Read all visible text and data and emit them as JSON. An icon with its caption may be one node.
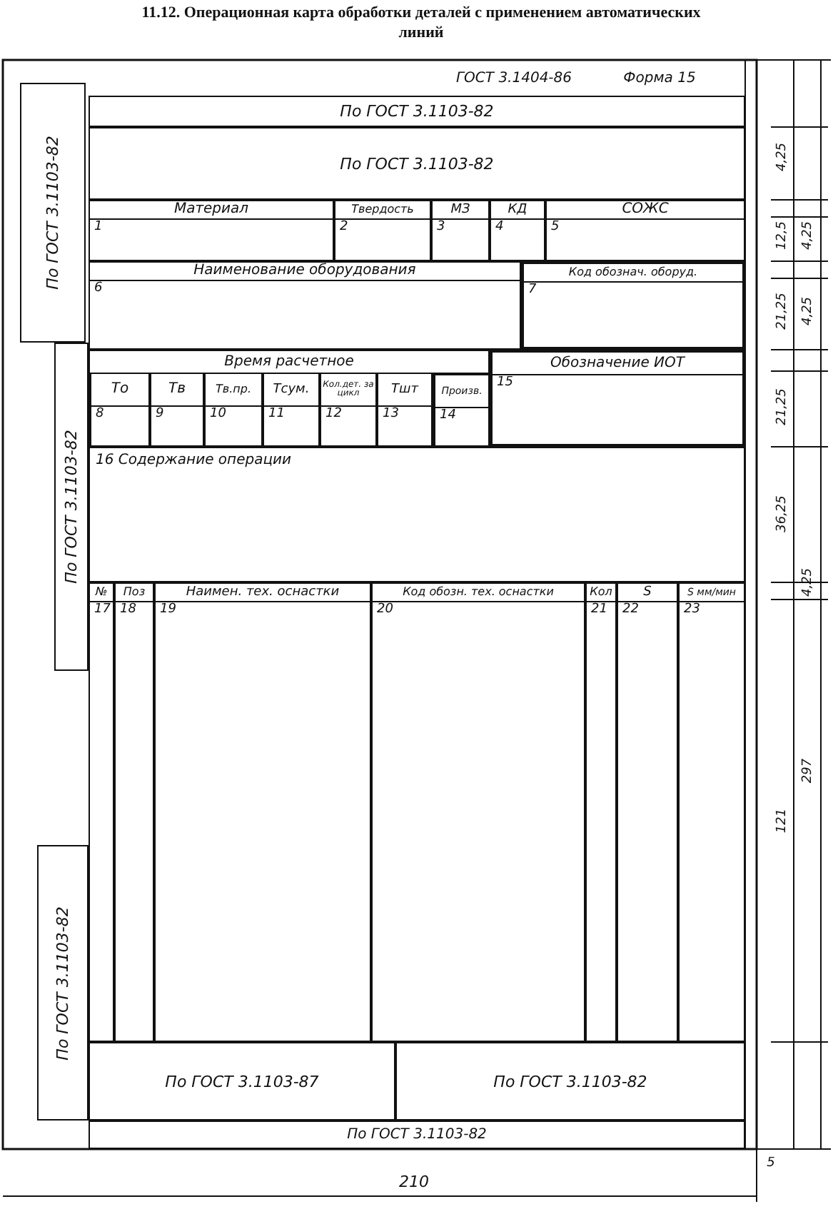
{
  "diagram": {
    "title": "11.12. Операционная карта обработки деталей с применением автоматических линий",
    "nodes": [
      {
        "text": [
          "По ГОСТ 3.1103-82"
        ]
      },
      {
        "text": [
          "По ГОСТ 3.1103-82"
        ]
      },
      {
        "text": [
          "По ГОСТ 3.1103-82"
        ]
      },
      {
        "text": [
          "Материал",
          "1"
        ]
      },
      {
        "text": [
          "Твердость",
          "2"
        ]
      },
      {
        "text": [
          "МЗ",
          "3"
        ]
      },
      {
        "text": [
          "КД",
          "4"
        ]
      },
      {
        "text": [
          "СОЖС",
          "5"
        ]
      },
      {
        "text": [
          "Наименование оборудования",
          "6"
        ]
      },
      {
        "text": [
          "Код обознач. оборуд.",
          "7"
        ]
      },
      {
        "text": [
          "Время расчетное"
        ]
      },
      {
        "text": [
          "То",
          "8"
        ],
        "in": 10
      },
      {
        "text": [
          "Тв",
          "9"
        ],
        "in": 10
      },
      {
        "text": [
          "Тв.пр.",
          "10"
        ],
        "in": 10
      },
      {
        "text": [
          "Тсум.",
          "11"
        ],
        "in": 10
      },
      {
        "text": [
          "Кол.дет. за цикл",
          "12"
        ],
        "in": 10
      },
      {
        "text": [
          "Тшт",
          "13"
        ],
        "in": 10
      },
      {
        "text": [
          "Произв.",
          "14"
        ],
        "in": 10
      },
      {
        "text": [
          "Обозначение ИОТ",
          "15"
        ]
      },
      {
        "text": [
          "По ГОСТ 3.1103-82"
        ]
      },
      {
        "text": [
          "16 Содержание операции"
        ]
      },
      {
        "text": [
          "№",
          "17"
        ]
      },
      {
        "text": [
          "Поз",
          "18"
        ]
      },
      {
        "text": [
          "Наимен. тех. оснастки",
          "19"
        ]
      },
      {
        "text": [
          "Код обозн. тех. оснастки",
          "20"
        ]
      },
      {
        "text": [
          "Кол",
          "21"
        ]
      },
      {
        "text": [
          "S",
          "22"
        ]
      },
      {
        "text": [
          "S мм/мин",
          "23"
        ]
      },
      {
        "text": [
          "По ГОСТ 3.1103-82"
        ]
      },
      {
        "text": [
          "По ГОСТ 3.1103-87"
        ]
      },
      {
        "text": [
          "По ГОСТ 3.1103-82"
        ]
      },
      {
        "text": [
          "По ГОСТ 3.1103-82"
        ]
      }
    ],
    "edges": [],
    "labels": [
      "ГОСТ 3.1404-86",
      "Форма 15",
      "4,25",
      "12,5",
      "4,25",
      "21,25",
      "4,25",
      "21,25",
      "36,25",
      "4,25",
      "297",
      "121",
      "210",
      "5"
    ]
  }
}
